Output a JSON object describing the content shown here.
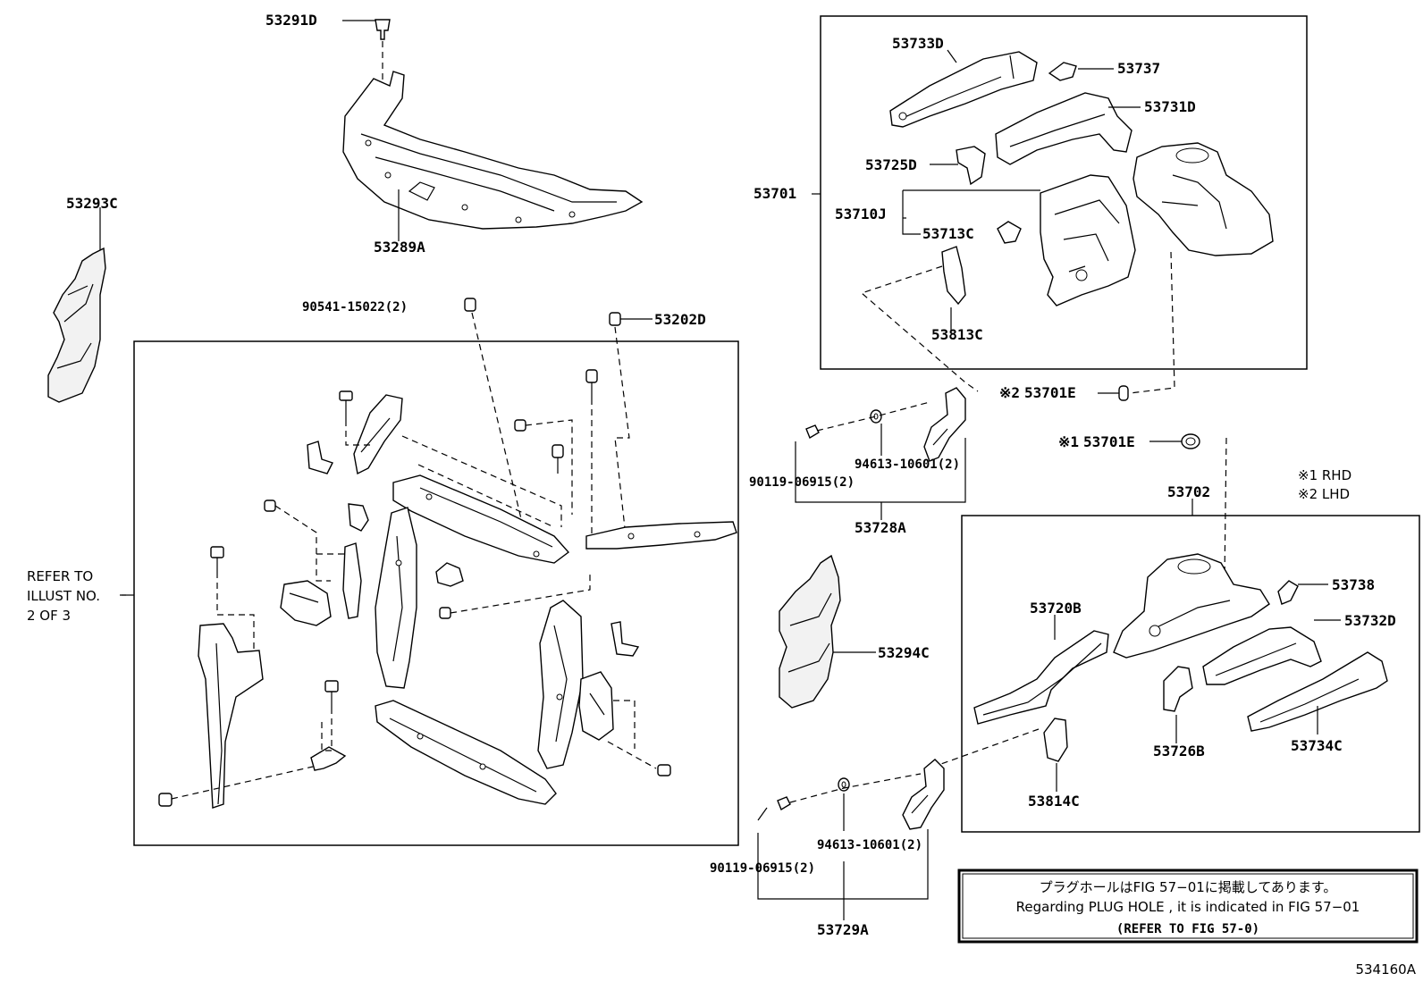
{
  "parts": {
    "p53291D": "53291D",
    "p53289A": "53289A",
    "p53293C": "53293C",
    "p90541": "90541-15022(2)",
    "p53202D": "53202D",
    "p53701": "53701",
    "p53733D": "53733D",
    "p53737": "53737",
    "p53731D": "53731D",
    "p53725D": "53725D",
    "p53710J": "53710J",
    "p53713C": "53713C",
    "p53813C": "53813C",
    "p53701E_2": "53701E",
    "p53701E_1": "53701E",
    "p94613_a": "94613-10601(2)",
    "p90119_a": "90119-06915(2)",
    "p53728A": "53728A",
    "p53702": "53702",
    "p53738": "53738",
    "p53720B": "53720B",
    "p53732D": "53732D",
    "p53294C": "53294C",
    "p53726B": "53726B",
    "p53734C": "53734C",
    "p53814C": "53814C",
    "p94613_b": "94613-10601(2)",
    "p90119_b": "90119-06915(2)",
    "p53729A": "53729A"
  },
  "marks": {
    "lhd_mark": "※2",
    "rhd_mark": "※1"
  },
  "legend": {
    "rhd": "※1 RHD",
    "lhd": "※2 LHD"
  },
  "refer": {
    "line1": "REFER TO",
    "line2": "ILLUST NO.",
    "line3": "2 OF 3"
  },
  "plug_note": {
    "jp": "プラグホールはFIG 57−01に掲載してあります。",
    "en": "Regarding  PLUG  HOLE , it is indicated in FIG  57−01",
    "ref": "(REFER TO FIG 57-0)"
  },
  "figure_id": "534160A"
}
